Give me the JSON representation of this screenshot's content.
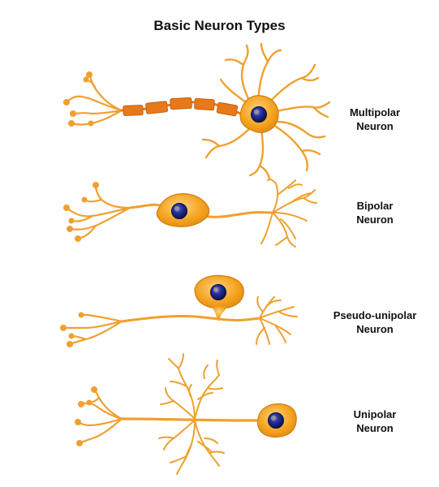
{
  "title": "Basic Neuron Types",
  "neurons": [
    {
      "name": "multipolar",
      "line1": "Multipolar",
      "line2": "Neuron"
    },
    {
      "name": "bipolar",
      "line1": "Bipolar",
      "line2": "Neuron"
    },
    {
      "name": "pseudo-unipolar",
      "line1": "Pseudo-unipolar",
      "line2": "Neuron"
    },
    {
      "name": "unipolar",
      "line1": "Unipolar",
      "line2": "Neuron"
    }
  ],
  "colors": {
    "body": "#f5a623",
    "body_edge": "#d27d0f",
    "myelin": "#e8791a",
    "nucleus": "#1e2a8c"
  }
}
